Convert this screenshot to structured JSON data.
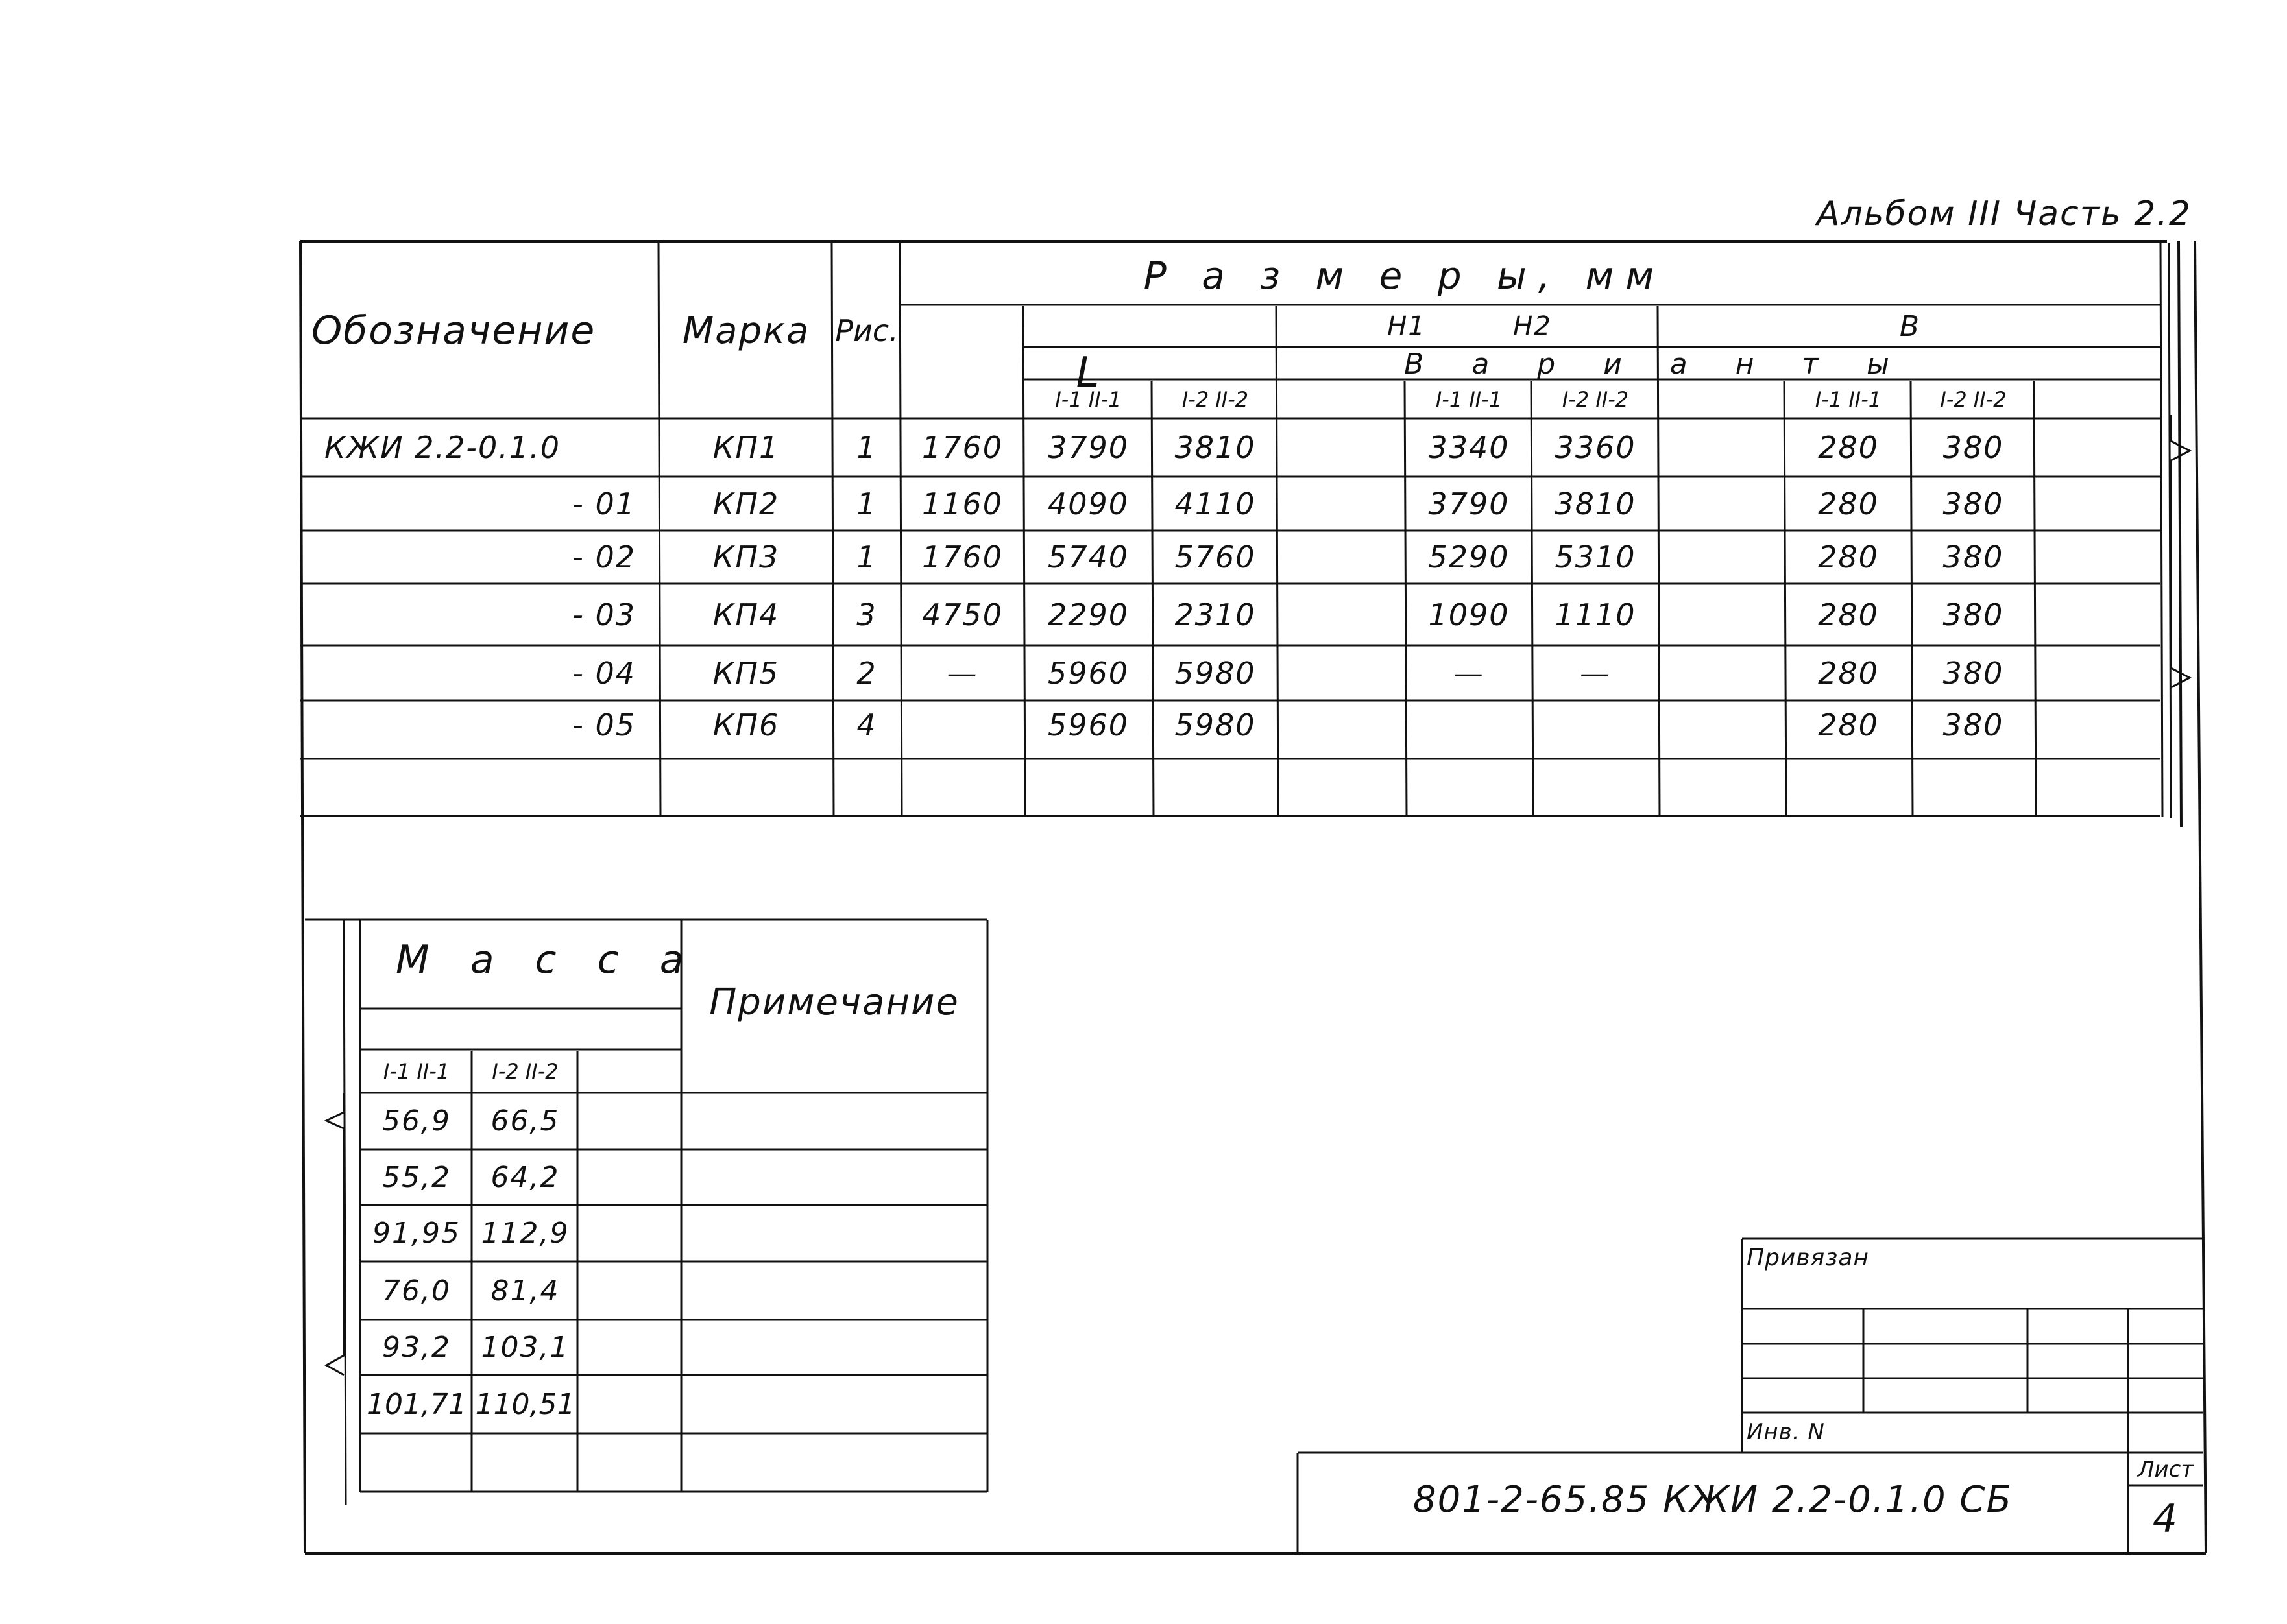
{
  "header": {
    "album": "Альбом III Часть 2.2"
  },
  "spec_table": {
    "headers": {
      "designation": "Обозначение",
      "mark": "Марка",
      "fig": "Рис.",
      "sizes": "Р а з м е р ы, мм",
      "L": "L",
      "H1": "H1",
      "H2": "H2",
      "B": "B",
      "variants": "В а р и а н т ы",
      "v1": "I-1 II-1",
      "v2": "I-2 II-2"
    },
    "rows": [
      {
        "designation": "КЖИ 2.2-0.1.0",
        "mark": "КП1",
        "fig": "1",
        "L": "1760",
        "h1_1": "3790",
        "h1_2": "3810",
        "h2_1": "3340",
        "h2_2": "3360",
        "b_1": "280",
        "b_2": "380"
      },
      {
        "designation": "- 01",
        "mark": "КП2",
        "fig": "1",
        "L": "1160",
        "h1_1": "4090",
        "h1_2": "4110",
        "h2_1": "3790",
        "h2_2": "3810",
        "b_1": "280",
        "b_2": "380"
      },
      {
        "designation": "- 02",
        "mark": "КП3",
        "fig": "1",
        "L": "1760",
        "h1_1": "5740",
        "h1_2": "5760",
        "h2_1": "5290",
        "h2_2": "5310",
        "b_1": "280",
        "b_2": "380"
      },
      {
        "designation": "- 03",
        "mark": "КП4",
        "fig": "3",
        "L": "4750",
        "h1_1": "2290",
        "h1_2": "2310",
        "h2_1": "1090",
        "h2_2": "1110",
        "b_1": "280",
        "b_2": "380"
      },
      {
        "designation": "- 04",
        "mark": "КП5",
        "fig": "2",
        "L": "—",
        "h1_1": "5960",
        "h1_2": "5980",
        "h2_1": "—",
        "h2_2": "—",
        "b_1": "280",
        "b_2": "380"
      },
      {
        "designation": "- 05",
        "mark": "КП6",
        "fig": "4",
        "L": "",
        "h1_1": "5960",
        "h1_2": "5980",
        "h2_1": "",
        "h2_2": "",
        "b_1": "280",
        "b_2": "380"
      }
    ]
  },
  "mass_table": {
    "headers": {
      "mass": "М а с с а",
      "note": "Примечание",
      "v1": "I-1 II-1",
      "v2": "I-2 II-2"
    },
    "rows": [
      {
        "v1": "56,9",
        "v2": "66,5"
      },
      {
        "v1": "55,2",
        "v2": "64,2"
      },
      {
        "v1": "91,95",
        "v2": "112,9"
      },
      {
        "v1": "76,0",
        "v2": "81,4"
      },
      {
        "v1": "93,2",
        "v2": "103,1"
      },
      {
        "v1": "101,71",
        "v2": "110,51"
      }
    ]
  },
  "title_block": {
    "attached": "Привязан",
    "inv": "Инв. N",
    "doc_code": "801-2-65.85 КЖИ 2.2-0.1.0 СБ",
    "sheet_label": "Лист",
    "sheet_no": "4"
  }
}
